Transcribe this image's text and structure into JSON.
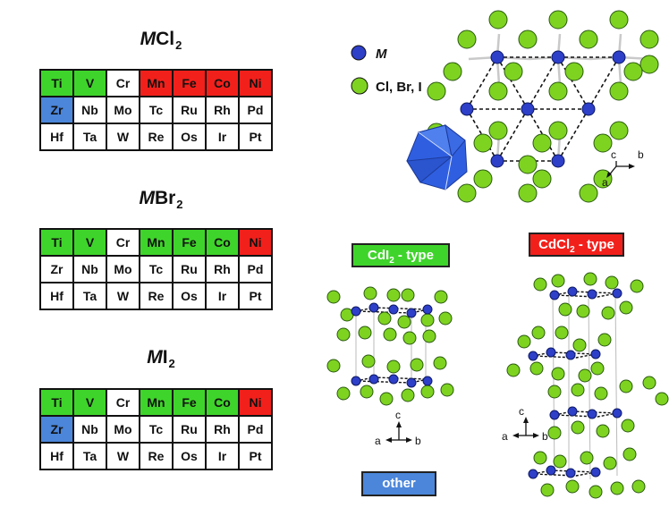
{
  "tables": [
    {
      "id": "mcl2",
      "title_metal": "M",
      "title_halide": "Cl",
      "title_sub": "2",
      "rows": [
        [
          {
            "t": "Ti",
            "c": "green"
          },
          {
            "t": "V",
            "c": "green"
          },
          {
            "t": "Cr",
            "c": "white"
          },
          {
            "t": "Mn",
            "c": "red"
          },
          {
            "t": "Fe",
            "c": "red"
          },
          {
            "t": "Co",
            "c": "red"
          },
          {
            "t": "Ni",
            "c": "red"
          }
        ],
        [
          {
            "t": "Zr",
            "c": "blue"
          },
          {
            "t": "Nb",
            "c": "white"
          },
          {
            "t": "Mo",
            "c": "white"
          },
          {
            "t": "Tc",
            "c": "white"
          },
          {
            "t": "Ru",
            "c": "white"
          },
          {
            "t": "Rh",
            "c": "white"
          },
          {
            "t": "Pd",
            "c": "white"
          }
        ],
        [
          {
            "t": "Hf",
            "c": "white"
          },
          {
            "t": "Ta",
            "c": "white"
          },
          {
            "t": "W",
            "c": "white"
          },
          {
            "t": "Re",
            "c": "white"
          },
          {
            "t": "Os",
            "c": "white"
          },
          {
            "t": "Ir",
            "c": "white"
          },
          {
            "t": "Pt",
            "c": "white"
          }
        ]
      ]
    },
    {
      "id": "mbr2",
      "title_metal": "M",
      "title_halide": "Br",
      "title_sub": "2",
      "rows": [
        [
          {
            "t": "Ti",
            "c": "green"
          },
          {
            "t": "V",
            "c": "green"
          },
          {
            "t": "Cr",
            "c": "white"
          },
          {
            "t": "Mn",
            "c": "green"
          },
          {
            "t": "Fe",
            "c": "green"
          },
          {
            "t": "Co",
            "c": "green"
          },
          {
            "t": "Ni",
            "c": "red"
          }
        ],
        [
          {
            "t": "Zr",
            "c": "white"
          },
          {
            "t": "Nb",
            "c": "white"
          },
          {
            "t": "Mo",
            "c": "white"
          },
          {
            "t": "Tc",
            "c": "white"
          },
          {
            "t": "Ru",
            "c": "white"
          },
          {
            "t": "Rh",
            "c": "white"
          },
          {
            "t": "Pd",
            "c": "white"
          }
        ],
        [
          {
            "t": "Hf",
            "c": "white"
          },
          {
            "t": "Ta",
            "c": "white"
          },
          {
            "t": "W",
            "c": "white"
          },
          {
            "t": "Re",
            "c": "white"
          },
          {
            "t": "Os",
            "c": "white"
          },
          {
            "t": "Ir",
            "c": "white"
          },
          {
            "t": "Pt",
            "c": "white"
          }
        ]
      ]
    },
    {
      "id": "mi2",
      "title_metal": "M",
      "title_halide": "I",
      "title_sub": "2",
      "rows": [
        [
          {
            "t": "Ti",
            "c": "green"
          },
          {
            "t": "V",
            "c": "green"
          },
          {
            "t": "Cr",
            "c": "white"
          },
          {
            "t": "Mn",
            "c": "green"
          },
          {
            "t": "Fe",
            "c": "green"
          },
          {
            "t": "Co",
            "c": "green"
          },
          {
            "t": "Ni",
            "c": "red"
          }
        ],
        [
          {
            "t": "Zr",
            "c": "blue"
          },
          {
            "t": "Nb",
            "c": "white"
          },
          {
            "t": "Mo",
            "c": "white"
          },
          {
            "t": "Tc",
            "c": "white"
          },
          {
            "t": "Ru",
            "c": "white"
          },
          {
            "t": "Rh",
            "c": "white"
          },
          {
            "t": "Pd",
            "c": "white"
          }
        ],
        [
          {
            "t": "Hf",
            "c": "white"
          },
          {
            "t": "Ta",
            "c": "white"
          },
          {
            "t": "W",
            "c": "white"
          },
          {
            "t": "Re",
            "c": "white"
          },
          {
            "t": "Os",
            "c": "white"
          },
          {
            "t": "Ir",
            "c": "white"
          },
          {
            "t": "Pt",
            "c": "white"
          }
        ]
      ]
    }
  ],
  "legend": {
    "metal": "M",
    "halide": "Cl, Br, I"
  },
  "axes_top": {
    "c": "c",
    "b": "b",
    "a": "a"
  },
  "axes_cdi2": {
    "c": "c",
    "a": "a",
    "b": "b"
  },
  "axes_cdcl2": {
    "c": "c",
    "a": "a",
    "b": "b"
  },
  "type_labels": {
    "cdi2_main": "CdI",
    "cdi2_sub": "2",
    "cdi2_tail": " - type",
    "cdcl2_main": "CdCl",
    "cdcl2_sub": "2",
    "cdcl2_tail": " - type",
    "other": "other"
  },
  "colors": {
    "green": "#3fd42b",
    "red": "#f2201b",
    "blue": "#4b86da",
    "metal_atom": "#2e3fc8",
    "halide_atom": "#7ed321"
  }
}
